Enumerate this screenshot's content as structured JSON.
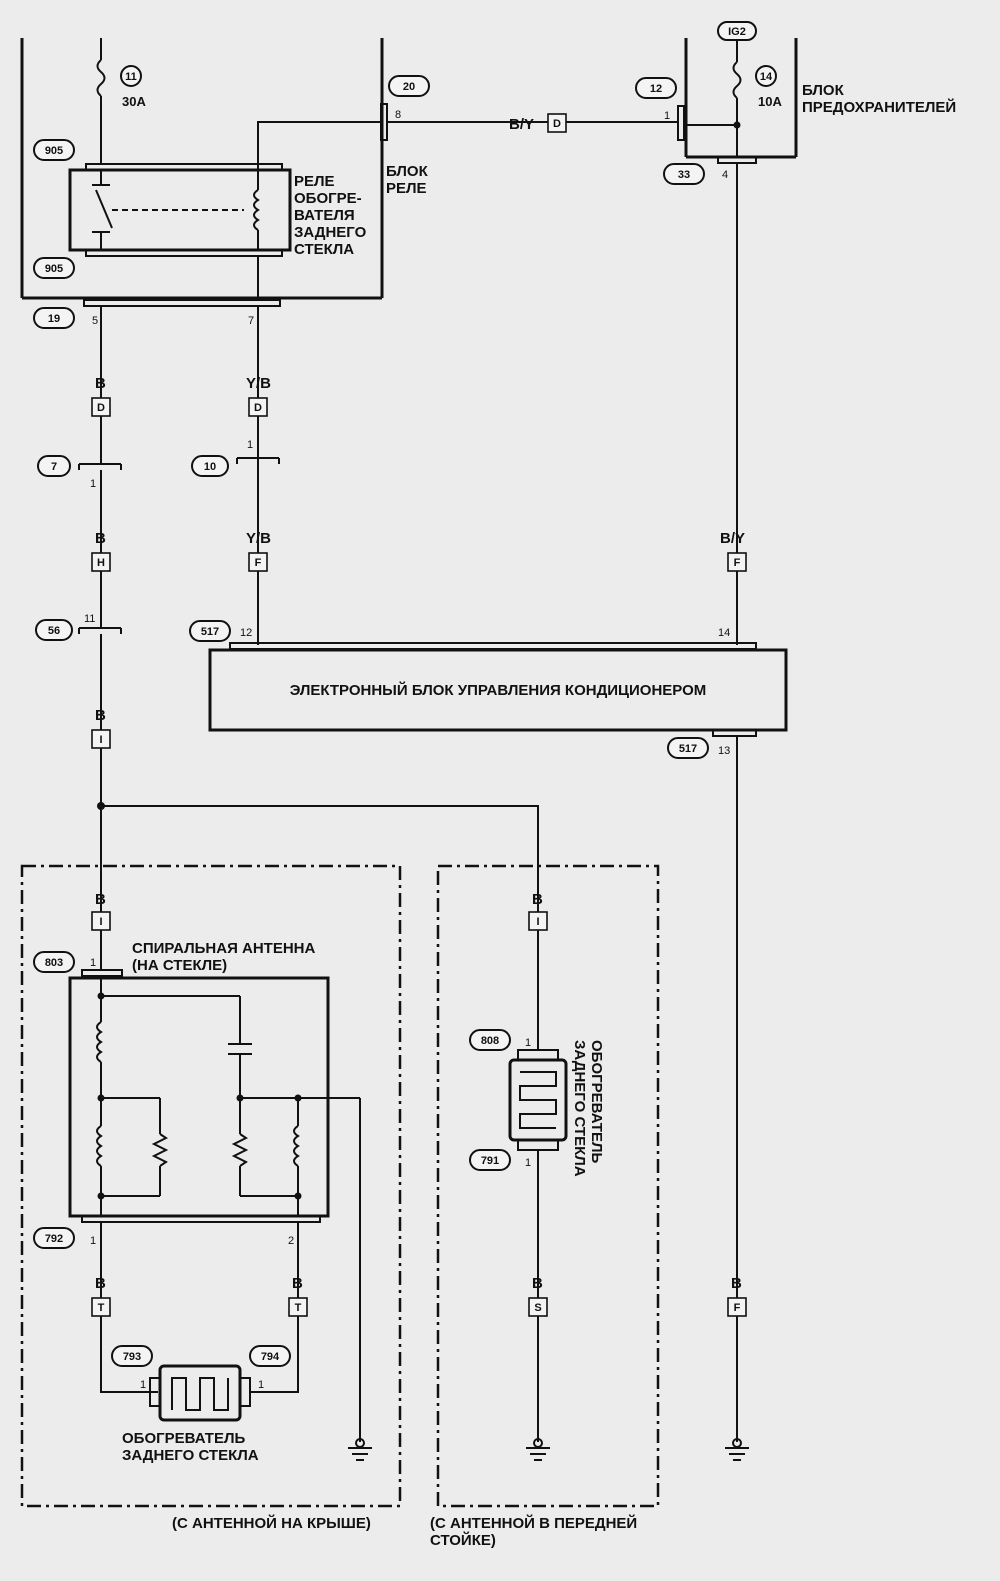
{
  "labels": {
    "fuse_block": [
      "БЛОК",
      "ПРЕДОХРАНИТЕЛЕЙ"
    ],
    "relay_block": [
      "БЛОК",
      "РЕЛЕ"
    ],
    "relay": [
      "РЕЛЕ",
      "ОБОГРЕ-",
      "ВАТЕЛЯ",
      "ЗАДНЕГО",
      "СТЕКЛА"
    ],
    "ac_unit": "ЭЛЕКТРОННЫЙ БЛОК УПРАВЛЕНИЯ КОНДИЦИОНЕРОМ",
    "antenna": [
      "СПИРАЛЬНАЯ АНТЕННА",
      "(НА СТЕКЛЕ)"
    ],
    "heater_left": [
      "ОБОГРЕВАТЕЛЬ",
      "ЗАДНЕГО СТЕКЛА"
    ],
    "heater_right": [
      "ОБОГРЕВАТЕЛЬ",
      "ЗАДНЕГО СТЕКЛА"
    ],
    "variant_roof": "(С АНТЕННОЙ НА КРЫШЕ)",
    "variant_pillar": [
      "(С АНТЕННОЙ В ПЕРЕДНЕЙ",
      "СТОЙКЕ)"
    ]
  },
  "fuses": {
    "f11": {
      "num": "11",
      "rating": "30A"
    },
    "f14": {
      "num": "14",
      "rating": "10A"
    },
    "supply": "IG2"
  },
  "connectors": {
    "c905a": "905",
    "c905b": "905",
    "c19": "19",
    "c20": "20",
    "c12": "12",
    "c33": "33",
    "c7": "7",
    "c10": "10",
    "c56": "56",
    "c517a": "517",
    "c517b": "517",
    "c803": "803",
    "c792": "792",
    "c793": "793",
    "c794": "794",
    "c808": "808",
    "c791": "791"
  },
  "pins": {
    "p8": "8",
    "p1_12": "1",
    "p4": "4",
    "p5": "5",
    "p7": "7",
    "p1_7": "1",
    "p1_10": "1",
    "p11": "11",
    "p12": "12",
    "p14": "14",
    "p13": "13",
    "p1_803": "1",
    "p1_792": "1",
    "p2_792": "2",
    "p1_793": "1",
    "p1_794": "1",
    "p1_808": "1",
    "p1_791": "1"
  },
  "wires": {
    "by_top": "B/Y",
    "b_left": "B",
    "yb_1": "Y/B",
    "b_left2": "B",
    "yb_2": "Y/B",
    "by_right": "B/Y",
    "b_left3": "B",
    "b_ant": "B",
    "b_pillar": "B",
    "b_t1": "B",
    "b_t2": "B",
    "b_s": "B",
    "b_f": "B"
  },
  "connector_codes": {
    "d_top": "D",
    "d_left": "D",
    "d_mid": "D",
    "h_left": "H",
    "f_mid": "F",
    "f_right": "F",
    "i_left": "I",
    "i_ant": "I",
    "i_pillar": "I",
    "t1": "T",
    "t2": "T",
    "s": "S",
    "f_bottom": "F"
  }
}
